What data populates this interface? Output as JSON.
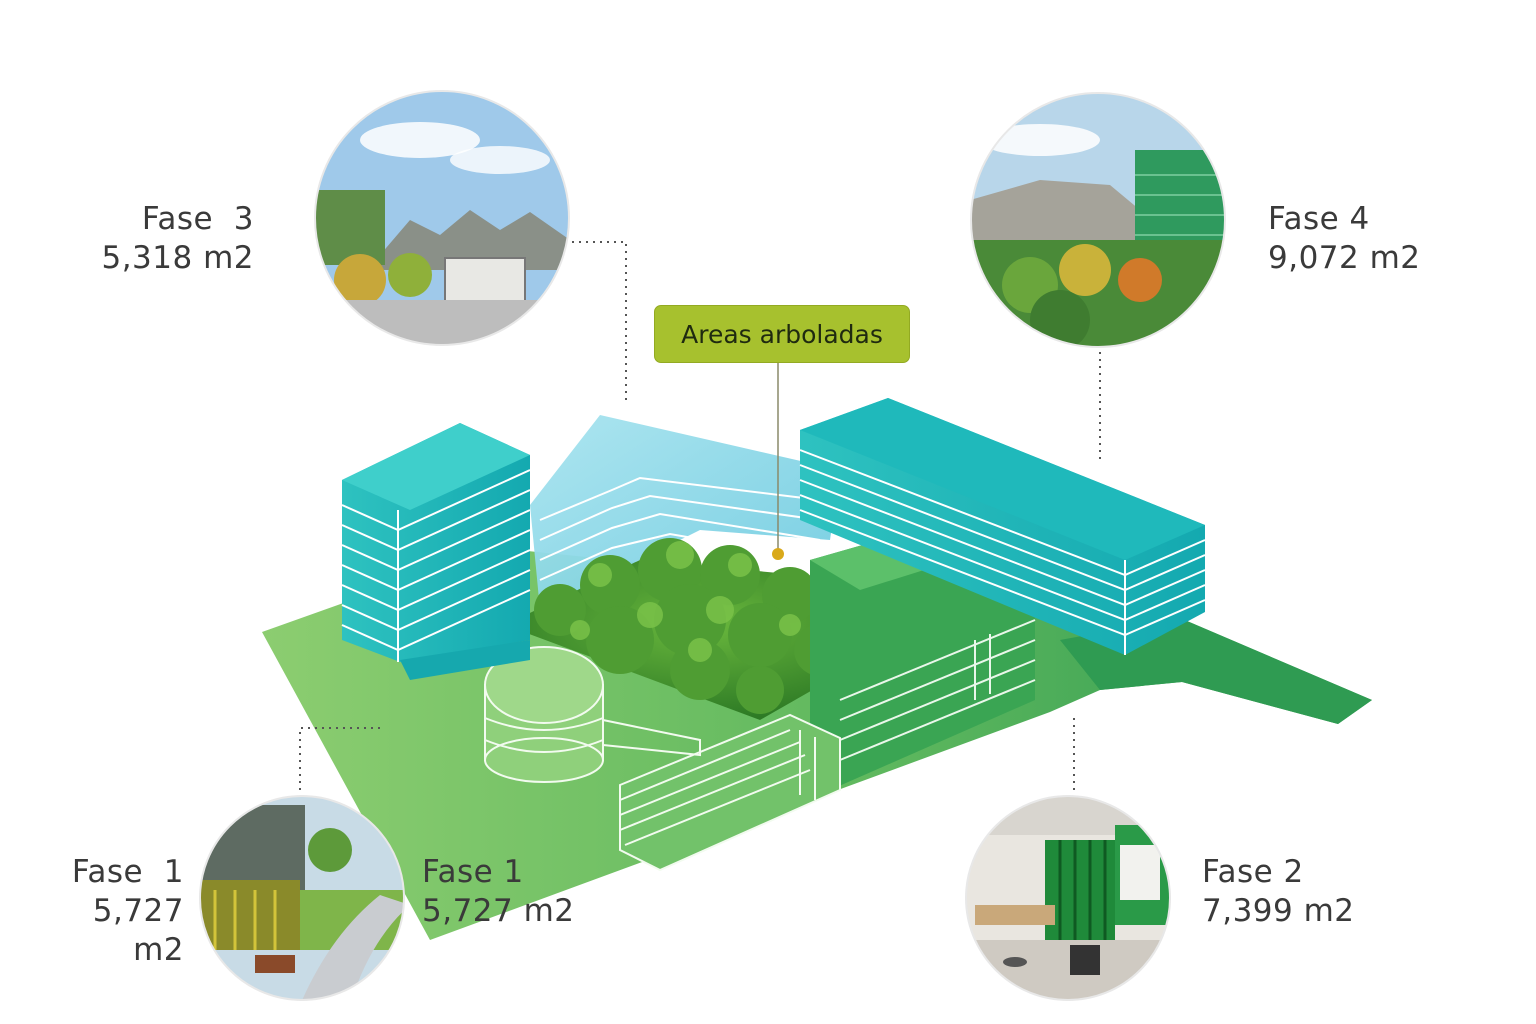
{
  "callout": {
    "label": "Areas arboladas"
  },
  "phases": [
    {
      "id": "fase3",
      "title": "Fase  3",
      "area": "5,318 m2"
    },
    {
      "id": "fase4",
      "title": "Fase 4",
      "area": "9,072 m2"
    },
    {
      "id": "fase1a",
      "title": "Fase  1",
      "area": "5,727 m2"
    },
    {
      "id": "fase1b",
      "title": "Fase 1",
      "area": "5,727 m2"
    },
    {
      "id": "fase2",
      "title": "Fase 2",
      "area": "7,399 m2"
    }
  ],
  "colors": {
    "ground_light": "#8ccd70",
    "ground_dark": "#2f9b52",
    "building_teal": "#1bb5b8",
    "building_glass": "#8fd6e6",
    "building_green": "#4aaa5a",
    "callout_bg": "#a7c12e",
    "forest": "#3f8f2c"
  }
}
